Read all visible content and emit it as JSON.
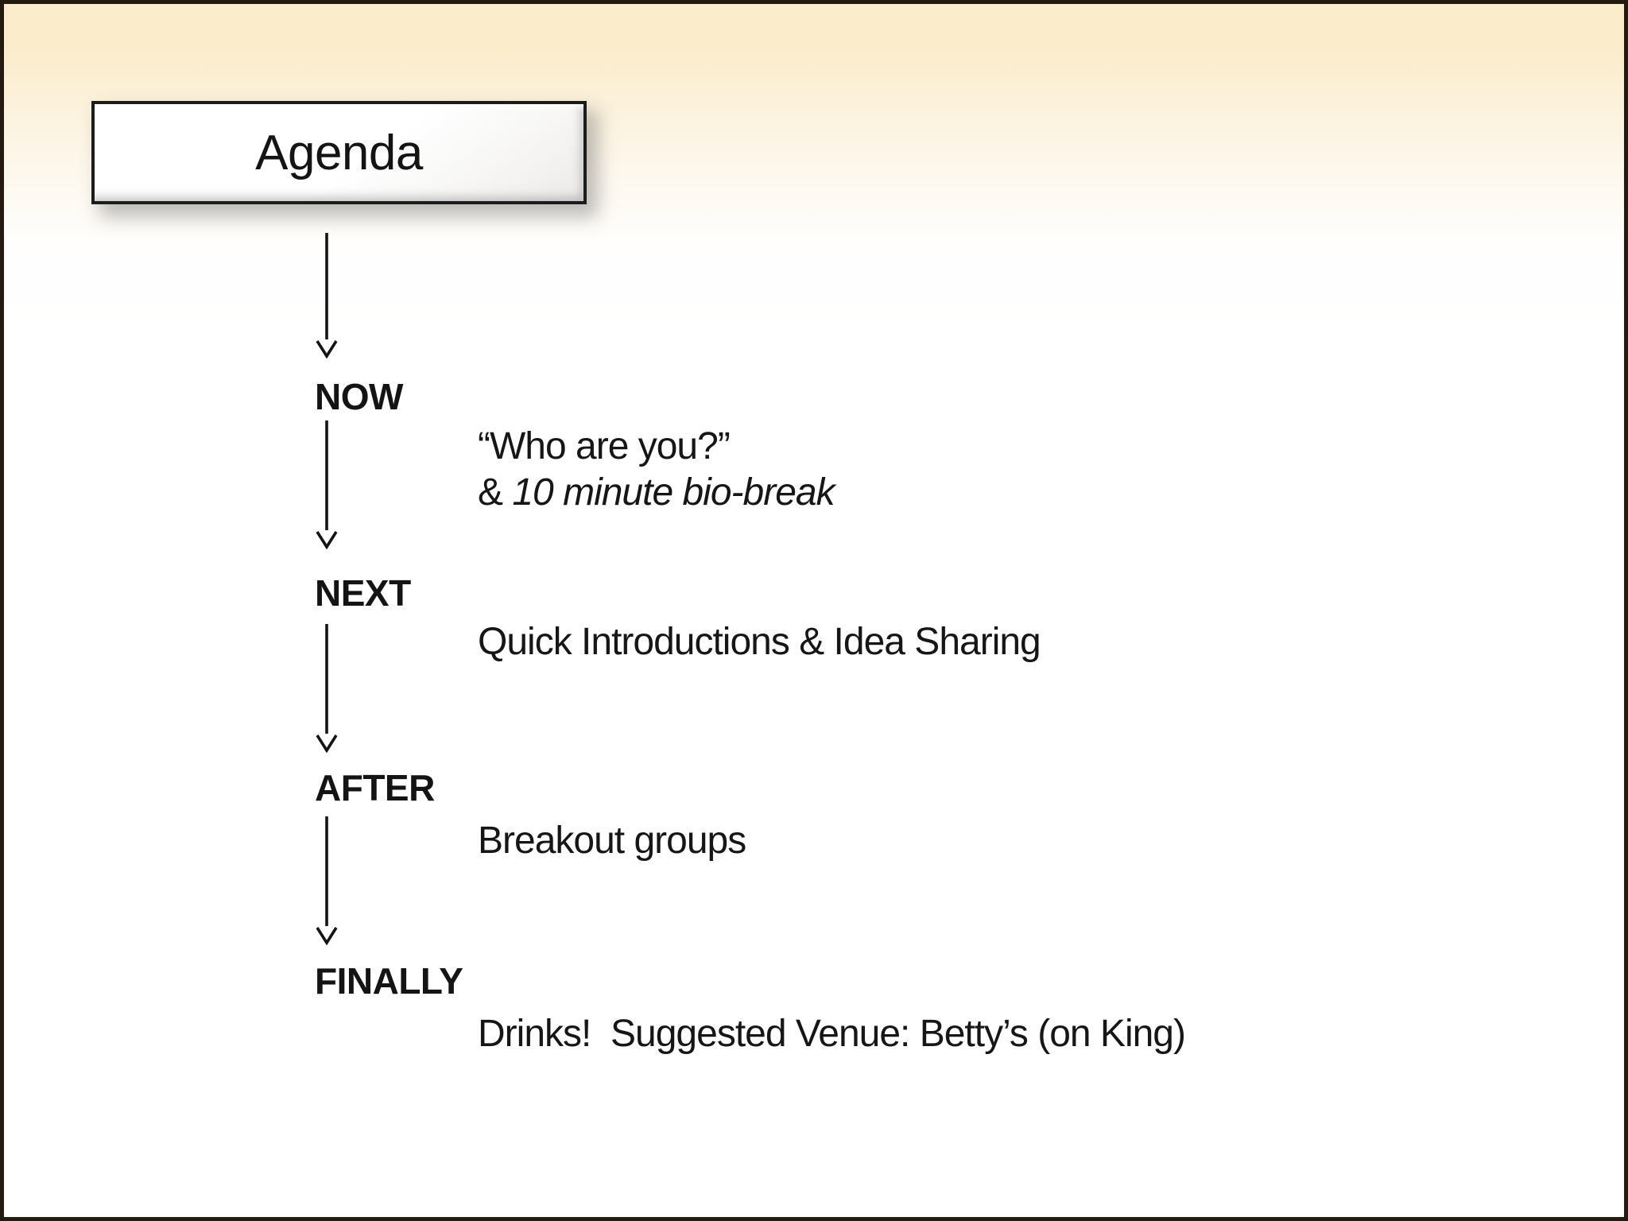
{
  "slide": {
    "title": "Agenda",
    "steps": [
      {
        "label": "NOW"
      },
      {
        "label": "NEXT"
      },
      {
        "label": "AFTER"
      },
      {
        "label": "FINALLY"
      }
    ],
    "details": {
      "now_line1": "“Who are you?”",
      "now_line2_prefix": "&",
      "now_line2_italic": " 10 minute bio-break",
      "next_line": "Quick Introductions & Idea Sharing",
      "after_line": "Breakout groups",
      "finally_line": "Drinks!  Suggested Venue: Betty’s (on King)"
    },
    "icons": [
      "down-arrow-icon"
    ],
    "colors": {
      "gradient_top": "#fbeccb",
      "background": "#ffffff",
      "frame_border": "#241a12",
      "box_border": "#1c1c1c",
      "box_fill": "#ffffff",
      "text": "#161616"
    }
  }
}
